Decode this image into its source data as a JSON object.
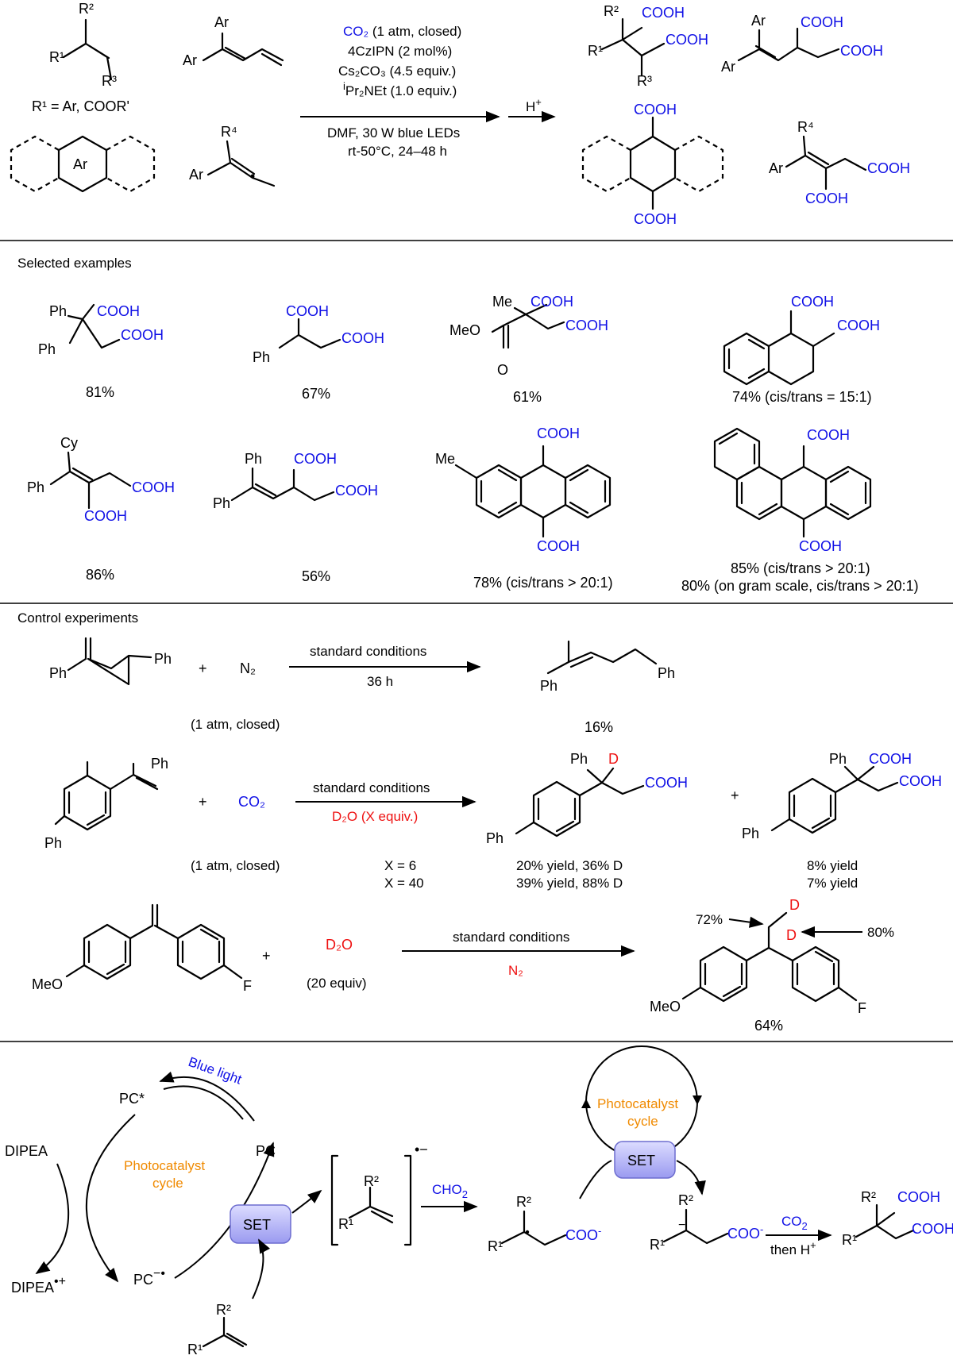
{
  "reaction": {
    "co2": "CO₂",
    "co2_tail": " (1 atm, closed)",
    "catalyst": "4CzIPN (2 mol%)",
    "base": "Cs₂CO₃ (4.5 equiv.)",
    "amine_sup": "i",
    "amine": "Pr₂NEt (1.0 equiv.)",
    "solvent_light": "DMF, 30 W blue LEDs",
    "temp_time": "rt-50°C, 24–48 h",
    "acid": "H",
    "acid_sup": "+",
    "r1_def": "R¹ = Ar, COOR'",
    "labels": {
      "R1": "R¹",
      "R2": "R²",
      "R3": "R³",
      "R4": "R⁴",
      "Ar": "Ar",
      "COOH": "COOH",
      "COO": "COO"
    }
  },
  "examples": {
    "heading": "Selected examples",
    "yields": [
      "81%",
      "67%",
      "61%",
      "74% (cis/trans = 15:1)",
      "86%",
      "56%",
      "78% (cis/trans > 20:1)",
      "85% (cis/trans > 20:1)",
      "80% (on gram scale, cis/trans > 20:1)"
    ],
    "labels": {
      "Ph": "Ph",
      "Me": "Me",
      "MeO": "MeO",
      "O": "O",
      "Cy": "Cy"
    }
  },
  "control": {
    "heading": "Control experiments",
    "e1": {
      "gas": "N₂",
      "cond": "standard conditions",
      "time": "36 h",
      "note": "(1 atm, closed)",
      "yield": "16%"
    },
    "e2": {
      "gas": "CO₂",
      "cond": "standard conditions",
      "additive": "D₂O (X equiv.)",
      "note": "(1 atm, closed)",
      "rows": [
        {
          "x": "X = 6",
          "a": "20% yield, 36% D",
          "b": "8% yield"
        },
        {
          "x": "X = 40",
          "a": "39% yield, 88% D",
          "b": "7% yield"
        }
      ]
    },
    "e3": {
      "reagent": "D₂O",
      "equiv": "(20 equiv)",
      "cond": "standard conditions",
      "gas": "N₂",
      "d_left": "72%",
      "d_right": "80%",
      "yield": "64%",
      "F": "F",
      "D": "D"
    }
  },
  "mechanism": {
    "pc_star": "PC*",
    "pc": "PC",
    "pc_rad": "PC",
    "light": "Blue light",
    "dipea": "DIPEA",
    "dipea_cat": "DIPEA",
    "cycle_1": "Photocatalyst",
    "cycle_2": "cycle",
    "set": "SET",
    "cho2": "CHO",
    "co2": "CO",
    "then": "then H",
    "plus": "+"
  },
  "colors": {
    "blue": "#1010e6",
    "red": "#ee1111",
    "orange": "#f08a00",
    "set_fill": "#b9b9f5"
  }
}
